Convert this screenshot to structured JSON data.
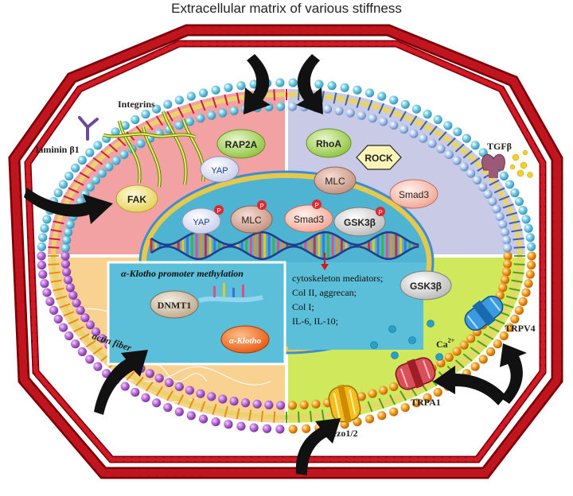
{
  "title": "Extracellular matrix of various stiffness",
  "labels": {
    "integrins": "Integrins",
    "laminin": "laminin β1",
    "rap2a": "RAP2A",
    "yap_cyto": "YAP",
    "fak": "FAK",
    "rhoa": "RhoA",
    "rock": "ROCK",
    "mlc_cyto": "MLC",
    "smad3_cyto": "Smad3",
    "tgfb": "TGFβ",
    "yap_nuc": "YAP",
    "mlc_nuc": "MLC",
    "smad3_nuc": "Smad3",
    "gsk3b_nuc": "GSK3β",
    "phospho": "P",
    "klotho_title": "α-Klotho promoter methylation",
    "dnmt1": "DNMT1",
    "klotho": "α-Klotho",
    "actin": "actin fiber",
    "gsk3b_cyto": "GSK3β",
    "ca": "Ca",
    "ca_sup": "2+",
    "trpv4": "TRPV4",
    "trpa1": "TRPA1",
    "piezo": "Piezo1/2"
  },
  "mediators": [
    "cytoskeleton mediators;",
    "Col II, aggrecan;",
    "Col I;",
    "IL-6, IL-10;"
  ],
  "colors": {
    "ecm": "#b5111b",
    "q1": "#f2a2a2",
    "q2": "#c9cbe6",
    "q3": "#f9d291",
    "q4": "#cfe85c",
    "nucleus": "#5bbfd9",
    "arrow": "#111111"
  }
}
